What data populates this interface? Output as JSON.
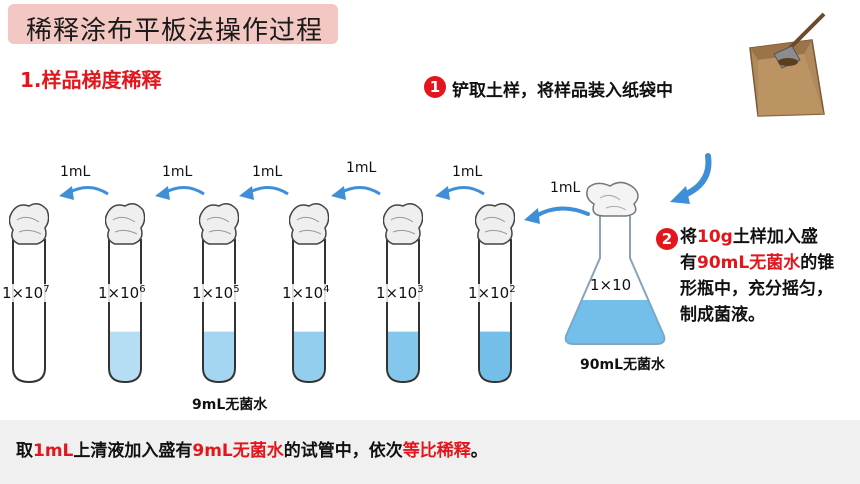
{
  "title": "稀释涂布平板法操作过程",
  "subtitle": "1.样品梯度稀释",
  "step1": {
    "num": "1",
    "text": "铲取土样，将样品装入纸袋中"
  },
  "step2": {
    "num": "2",
    "t1": "将",
    "t2": "10g",
    "t3": "土样加入盛",
    "t4": "有",
    "t5": "90mL无菌水",
    "t6": "的锥",
    "t7": "形瓶中，充分摇匀，",
    "t8": "制成菌液。"
  },
  "flask": {
    "transfer_label": "1mL",
    "dilution": "1×10",
    "water_label": "90mL无菌水"
  },
  "transfer_labels": [
    "1mL",
    "1mL",
    "1mL",
    "1mL",
    "1mL"
  ],
  "tubes": [
    {
      "base": "1×10",
      "exp": "7",
      "fill": 0.0
    },
    {
      "base": "1×10",
      "exp": "6",
      "fill": 0.45
    },
    {
      "base": "1×10",
      "exp": "5",
      "fill": 0.45
    },
    {
      "base": "1×10",
      "exp": "4",
      "fill": 0.45
    },
    {
      "base": "1×10",
      "exp": "3",
      "fill": 0.45
    },
    {
      "base": "1×10",
      "exp": "2",
      "fill": 0.45
    }
  ],
  "tube_water_label": "9mL无菌水",
  "bottom": {
    "p1": "取",
    "p2": "1mL",
    "p3": "上清液加入盛有",
    "p4": "9mL无菌水",
    "p5": "的试管中，依次",
    "p6": "等比稀释",
    "p7": "。"
  },
  "colors": {
    "accent": "#e3161d",
    "title_bg": "#f3c7c2",
    "liquid": "#5ab4e6",
    "arrow": "#3f8fd8"
  }
}
